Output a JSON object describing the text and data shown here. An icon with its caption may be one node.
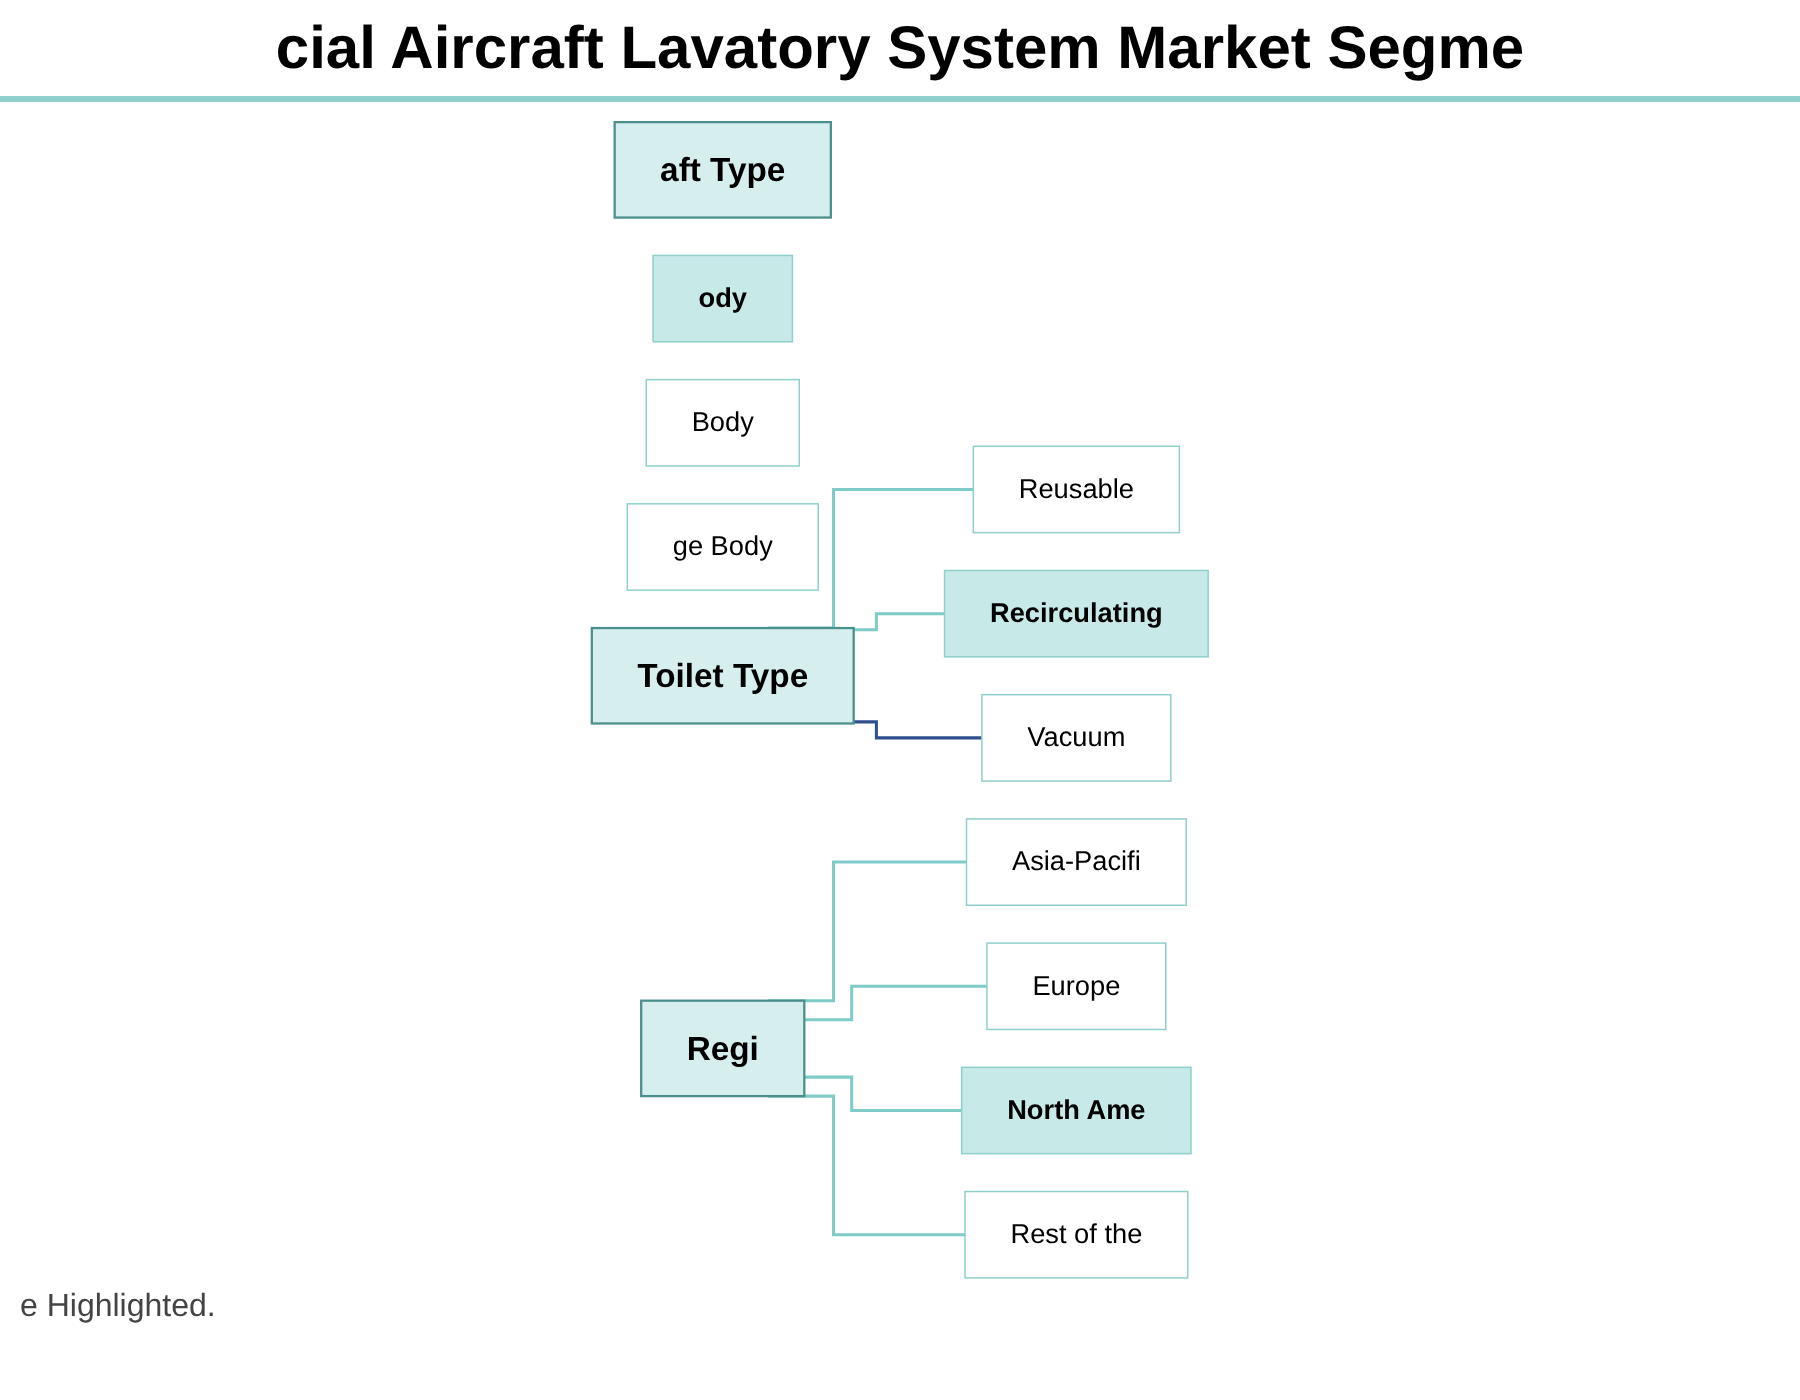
{
  "diagram": {
    "title": "cial Aircraft Lavatory System Market Segme",
    "caption": "e Highlighted.",
    "nodes": [
      {
        "text": [
          "aft Type"
        ]
      },
      {
        "text": [
          "ody"
        ]
      },
      {
        "text": [
          "Body"
        ]
      },
      {
        "text": [
          "ge Body"
        ]
      },
      {
        "text": [
          "Toilet Type"
        ]
      },
      {
        "text": [
          "Reusable"
        ]
      },
      {
        "text": [
          "Recirculating"
        ]
      },
      {
        "text": [
          "Vacuum"
        ]
      },
      {
        "text": [
          "Regi"
        ]
      },
      {
        "text": [
          "Asia-Pacifi"
        ]
      },
      {
        "text": [
          "Europe"
        ]
      },
      {
        "text": [
          "North Ame"
        ]
      },
      {
        "text": [
          "Rest of the"
        ]
      }
    ],
    "edges": [
      {
        "from": 4,
        "to": 5,
        "arrow": "none"
      },
      {
        "from": 4,
        "to": 6,
        "arrow": "none"
      },
      {
        "from": 4,
        "to": 7,
        "arrow": "none",
        "color": "#2f4f8f"
      },
      {
        "from": 8,
        "to": 9,
        "arrow": "none"
      },
      {
        "from": 8,
        "to": 10,
        "arrow": "none"
      },
      {
        "from": 8,
        "to": 11,
        "arrow": "none"
      },
      {
        "from": 8,
        "to": 12,
        "arrow": "none"
      }
    ]
  }
}
